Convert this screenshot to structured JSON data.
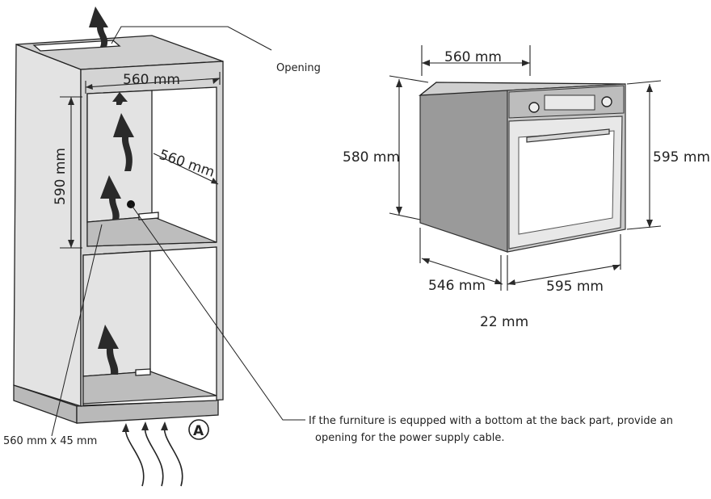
{
  "cabinet": {
    "opening_label": "Opening",
    "width_label": "560 mm",
    "height_label": "590 mm",
    "depth_label": "560 mm",
    "vent_label": "560 mm x 45 mm",
    "marker_label": "A"
  },
  "oven": {
    "top_width_label": "560 mm",
    "left_height_label": "580 mm",
    "right_height_label": "595 mm",
    "depth_label": "546 mm",
    "front_width_label": "595 mm",
    "gap_label": "22 mm"
  },
  "note": {
    "line1": "If the furniture is equpped with a bottom at the back part, provide an",
    "line2": "opening for the  power supply cable."
  },
  "icons": [
    "airflow-arrow-icon",
    "circled-a-icon",
    "control-knob-icon"
  ]
}
